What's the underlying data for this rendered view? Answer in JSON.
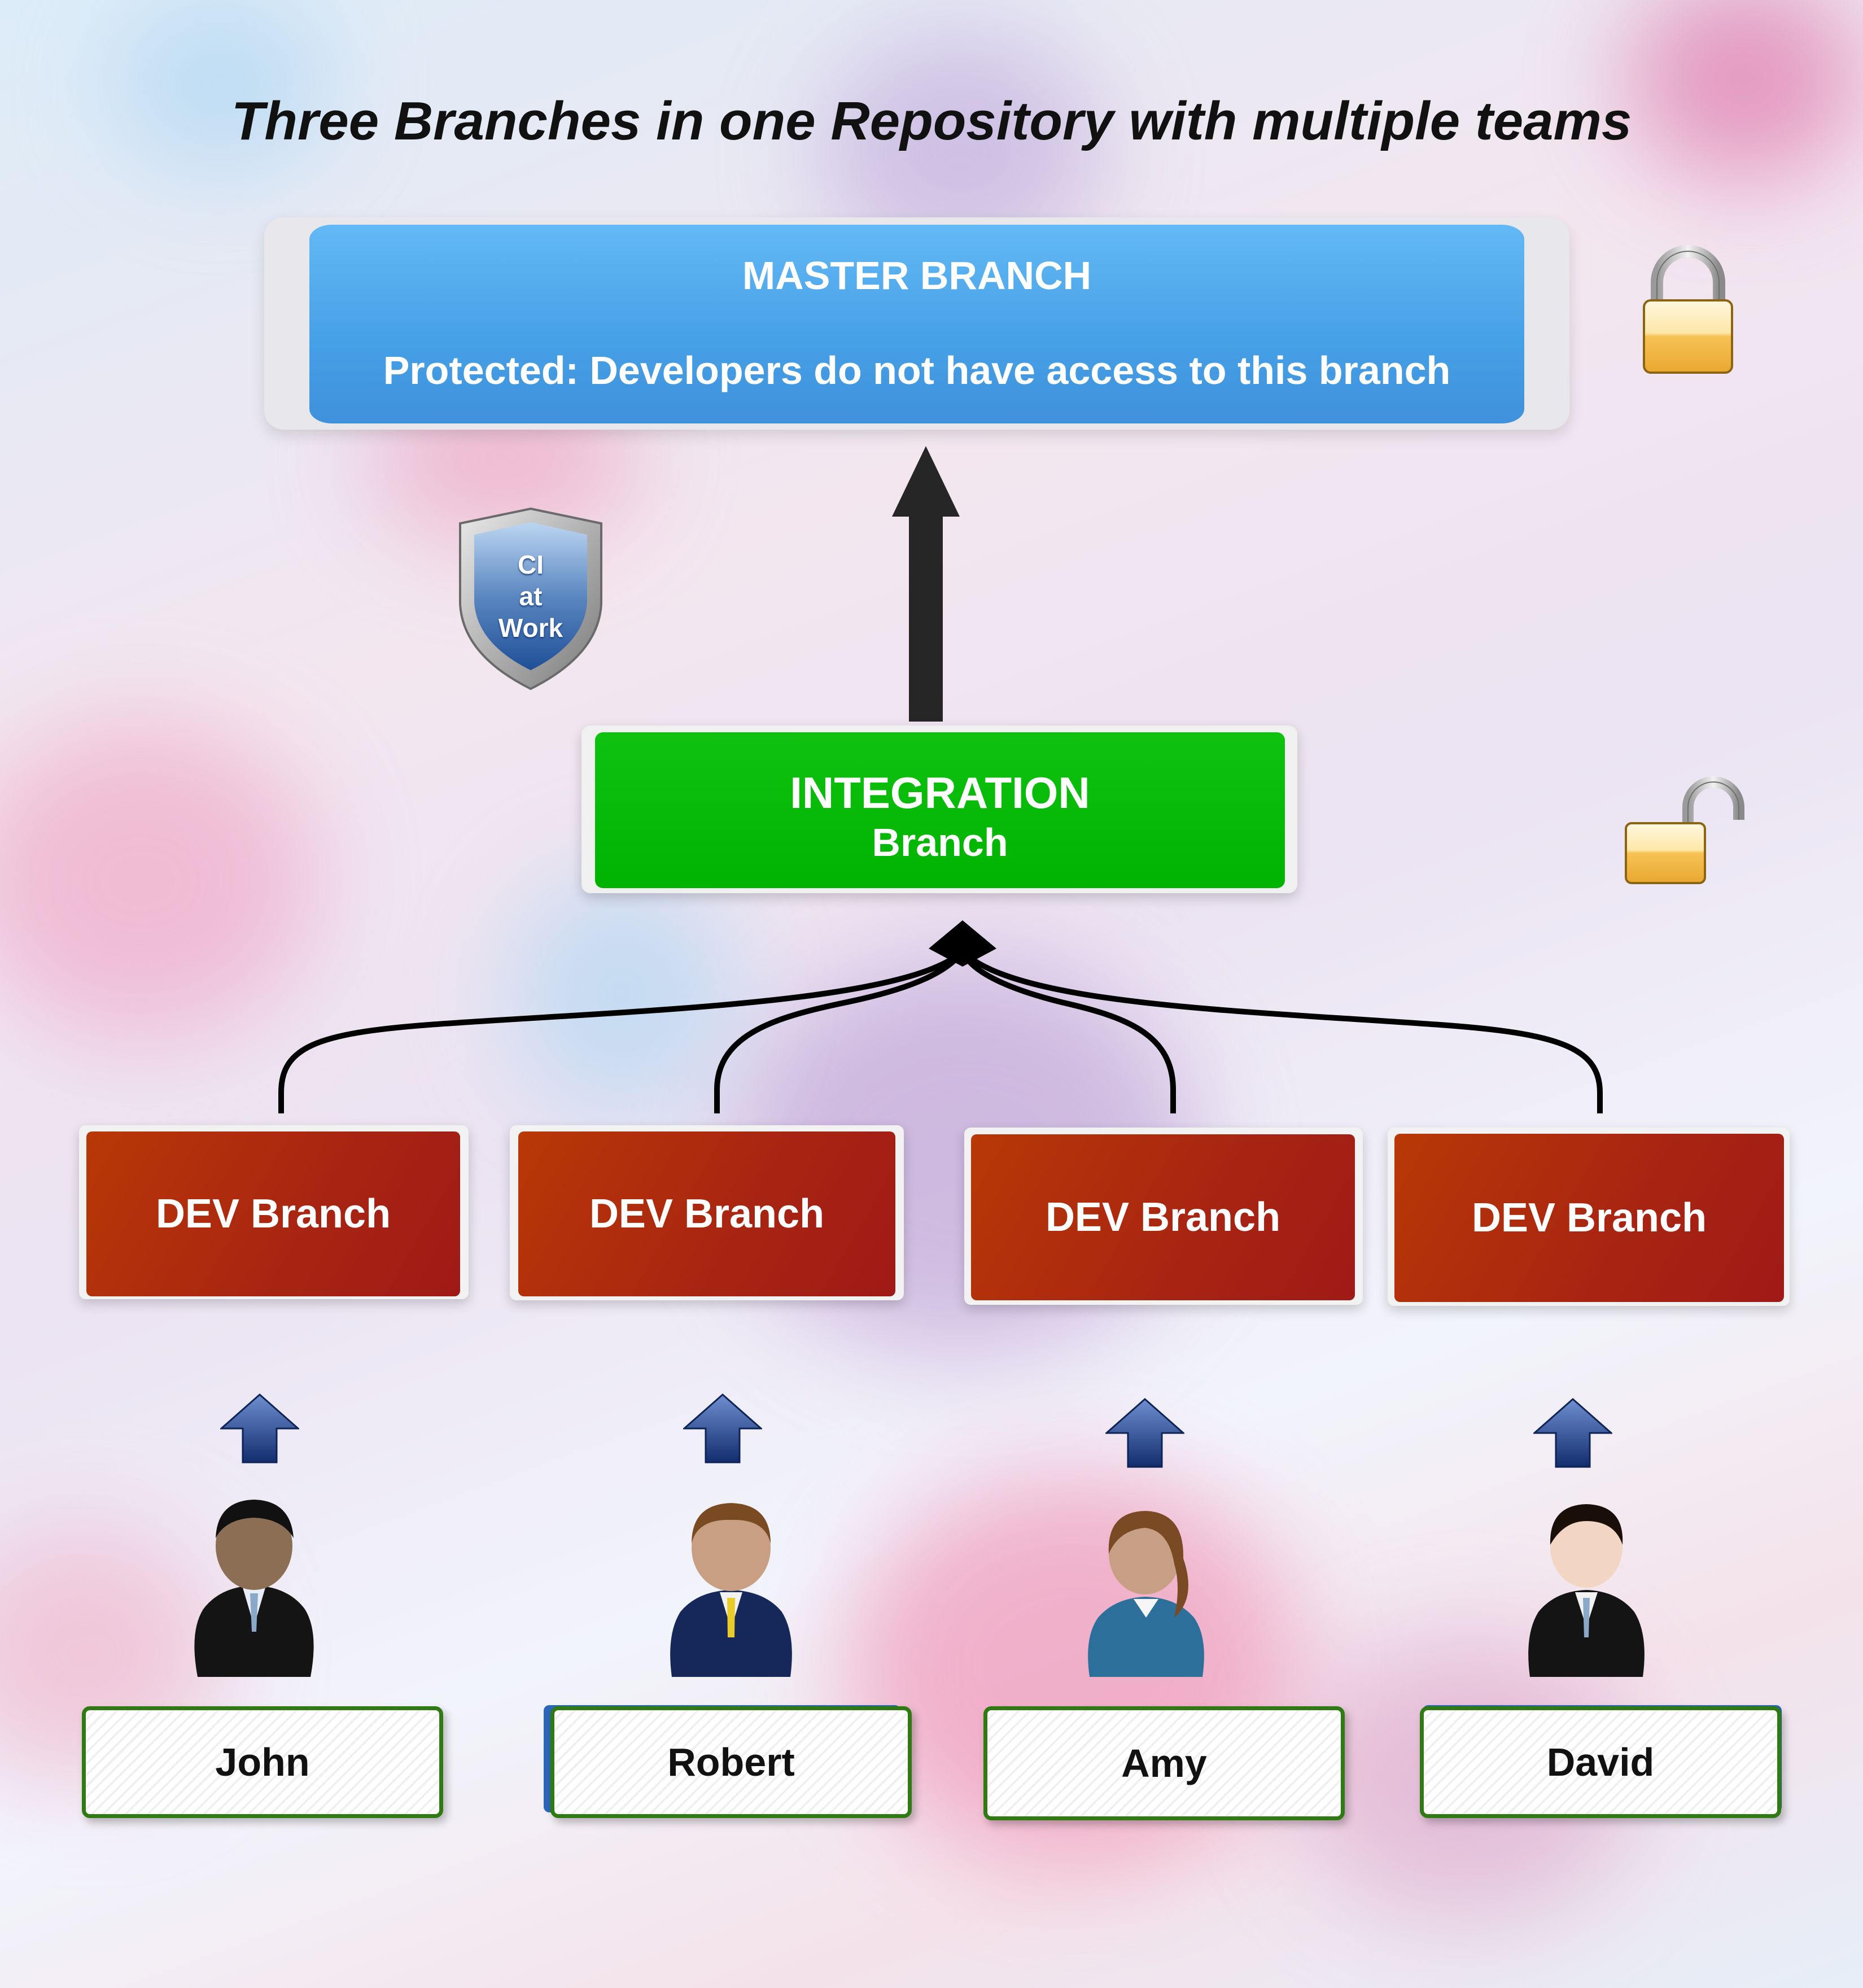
{
  "title": "Three Branches in one Repository with multiple teams",
  "master": {
    "title": "MASTER BRANCH",
    "subtitle": "Protected: Developers do not have access to this branch",
    "lock_icon": "locked-padlock-icon"
  },
  "ci_badge": {
    "lines": [
      "CI",
      "at",
      "Work"
    ],
    "icon": "shield-icon"
  },
  "integration": {
    "line1": "INTEGRATION",
    "line2": "Branch",
    "lock_icon": "unlocked-padlock-icon"
  },
  "dev_branches": [
    {
      "label": "DEV Branch"
    },
    {
      "label": "DEV Branch"
    },
    {
      "label": "DEV Branch"
    },
    {
      "label": "DEV Branch"
    }
  ],
  "developers": [
    {
      "name": "John",
      "icon": "person-icon"
    },
    {
      "name": "Robert",
      "icon": "person-icon"
    },
    {
      "name": "Amy",
      "icon": "person-icon"
    },
    {
      "name": "David",
      "icon": "person-icon"
    }
  ],
  "colors": {
    "master": "#4aa4e8",
    "integration": "#04b504",
    "dev": "#ad2a10",
    "name_border": "#2f7a12",
    "up_arrow": "#1e3f86"
  }
}
